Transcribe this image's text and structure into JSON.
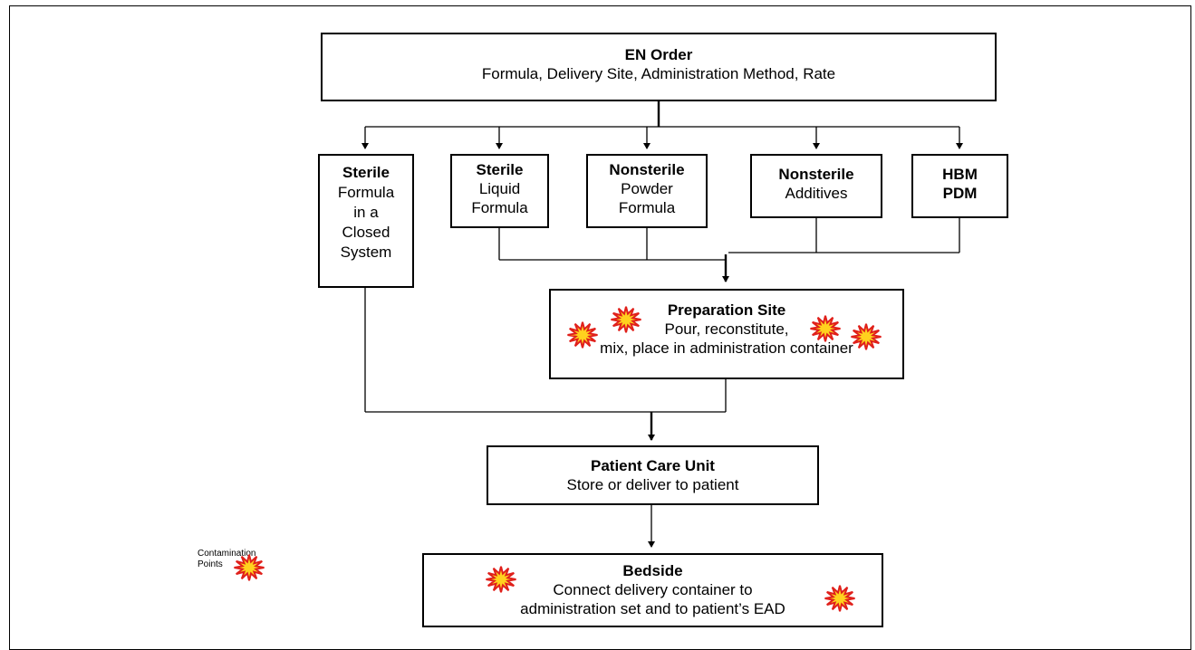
{
  "diagram": {
    "en_order": {
      "title": "EN Order",
      "body": "Formula, Delivery Site, Administration Method, Rate"
    },
    "sources": [
      {
        "title": "Sterile",
        "body": [
          "Formula",
          "in a",
          "Closed",
          "System"
        ]
      },
      {
        "title": "Sterile",
        "body": [
          "Liquid",
          "Formula"
        ]
      },
      {
        "title": "Nonsterile",
        "body": [
          "Powder",
          "Formula"
        ]
      },
      {
        "title": "Nonsterile",
        "body": [
          "Additives"
        ]
      },
      {
        "title": "HBM",
        "body": [
          "PDM"
        ]
      }
    ],
    "preparation": {
      "title": "Preparation Site",
      "line1": "Pour, reconstitute,",
      "line2": "mix, place in administration container"
    },
    "patient_care": {
      "title": "Patient Care Unit",
      "body": "Store or deliver to patient"
    },
    "bedside": {
      "title": "Bedside",
      "line1": "Connect delivery container to",
      "line2": "administration set and to patient’s EAD"
    },
    "legend": {
      "line1": "Contamination",
      "line2": "Points"
    },
    "colors": {
      "burst_fill": "#FFD21E",
      "burst_stroke": "#E0201B",
      "line": "#000000"
    }
  }
}
